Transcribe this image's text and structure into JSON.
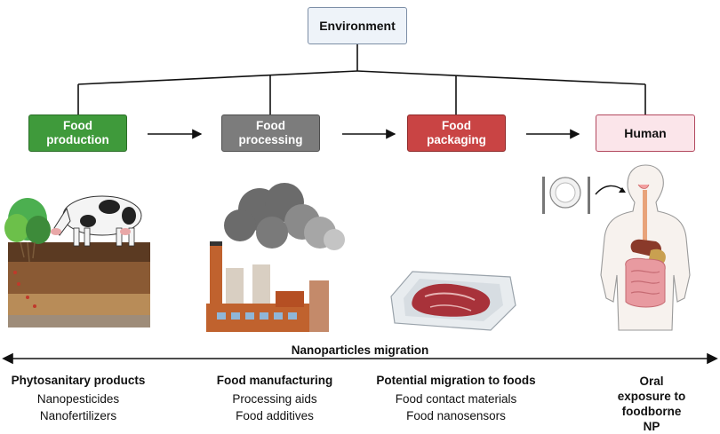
{
  "diagram": {
    "environment_label": "Environment",
    "stages": [
      {
        "label": "Food\nproduction",
        "color": "#3f9a3b"
      },
      {
        "label": "Food\nprocessing",
        "color": "#7c7c7c"
      },
      {
        "label": "Food\npackaging",
        "color": "#c94444"
      },
      {
        "label": "Human",
        "color": "#fbe5ea"
      }
    ],
    "migration_label": "Nanoparticles migration",
    "columns": [
      {
        "heading": "Phytosanitary products",
        "items": [
          "Nanopesticides",
          "Nanofertilizers"
        ]
      },
      {
        "heading": "Food manufacturing",
        "items": [
          "Processing aids",
          "Food additives"
        ]
      },
      {
        "heading": "Potential migration to foods",
        "items": [
          "Food contact materials",
          "Food nanosensors"
        ]
      },
      {
        "heading": "Oral exposure to\nfoodborne NP",
        "items": []
      }
    ],
    "icons": [
      "farm-soil-cow-icon",
      "factory-smoke-icon",
      "packaged-meat-icon",
      "human-digestive-icon",
      "plate-cutlery-icon"
    ]
  }
}
